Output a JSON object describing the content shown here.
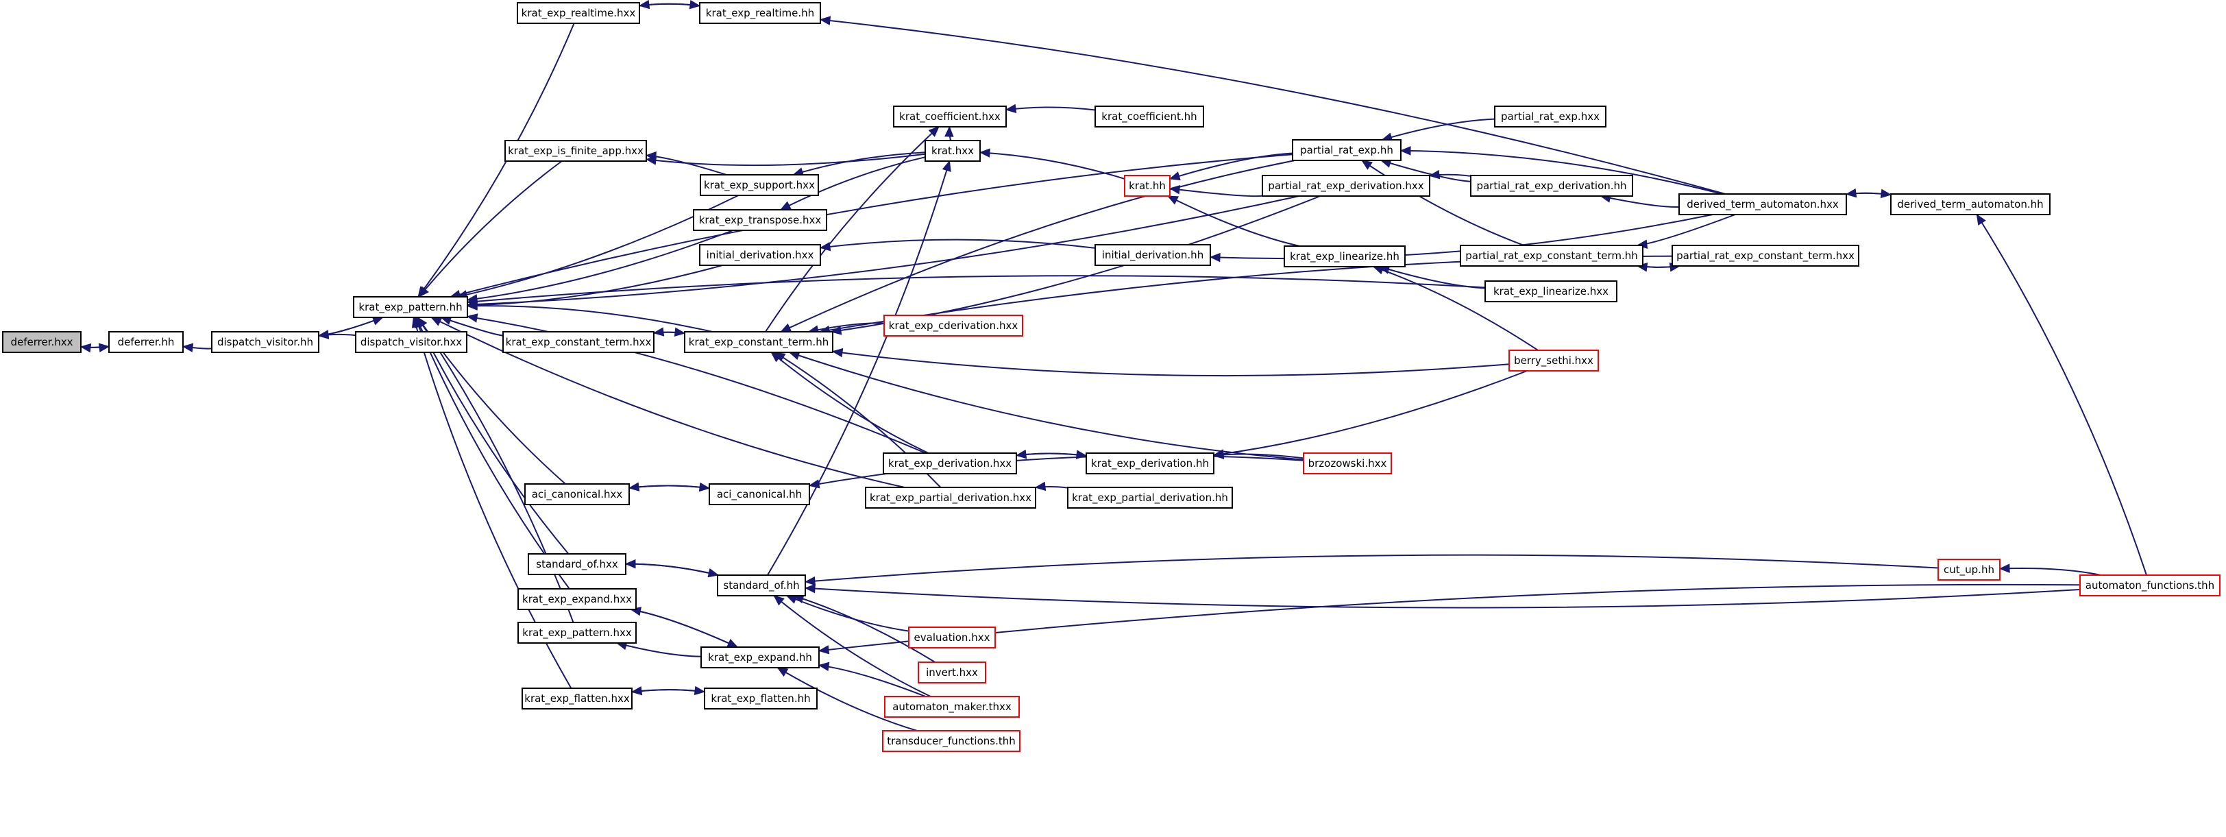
{
  "colors": {
    "edge": "#191970",
    "normal_border": "#000000",
    "red_border": "#ff0000",
    "root_fill": "#bfbfbf"
  },
  "nodes": [
    {
      "id": "deferrer_hxx",
      "label": "deferrer.hxx",
      "style": "root"
    },
    {
      "id": "deferrer_hh",
      "label": "deferrer.hh",
      "style": "normal"
    },
    {
      "id": "dispatch_visitor_hh",
      "label": "dispatch_visitor.hh",
      "style": "normal"
    },
    {
      "id": "dispatch_visitor_hxx",
      "label": "dispatch_visitor.hxx",
      "style": "normal"
    },
    {
      "id": "krat_exp_pattern_hh",
      "label": "krat_exp_pattern.hh",
      "style": "normal"
    },
    {
      "id": "krat_exp_realtime_hxx",
      "label": "krat_exp_realtime.hxx",
      "style": "normal"
    },
    {
      "id": "krat_exp_realtime_hh",
      "label": "krat_exp_realtime.hh",
      "style": "normal"
    },
    {
      "id": "krat_coefficient_hxx",
      "label": "krat_coefficient.hxx",
      "style": "normal"
    },
    {
      "id": "krat_coefficient_hh",
      "label": "krat_coefficient.hh",
      "style": "normal"
    },
    {
      "id": "krat_exp_is_finite_app_hxx",
      "label": "krat_exp_is_finite_app.hxx",
      "style": "normal"
    },
    {
      "id": "krat_hxx",
      "label": "krat.hxx",
      "style": "normal"
    },
    {
      "id": "krat_exp_support_hxx",
      "label": "krat_exp_support.hxx",
      "style": "normal"
    },
    {
      "id": "krat_exp_transpose_hxx",
      "label": "krat_exp_transpose.hxx",
      "style": "normal"
    },
    {
      "id": "initial_derivation_hxx",
      "label": "initial_derivation.hxx",
      "style": "normal"
    },
    {
      "id": "initial_derivation_hh",
      "label": "initial_derivation.hh",
      "style": "normal"
    },
    {
      "id": "krat_hh",
      "label": "krat.hh",
      "style": "red"
    },
    {
      "id": "partial_rat_exp_hh",
      "label": "partial_rat_exp.hh",
      "style": "normal"
    },
    {
      "id": "partial_rat_exp_hxx",
      "label": "partial_rat_exp.hxx",
      "style": "normal"
    },
    {
      "id": "partial_rat_exp_derivation_hxx",
      "label": "partial_rat_exp_derivation.hxx",
      "style": "normal"
    },
    {
      "id": "partial_rat_exp_derivation_hh",
      "label": "partial_rat_exp_derivation.hh",
      "style": "normal"
    },
    {
      "id": "derived_term_automaton_hxx",
      "label": "derived_term_automaton.hxx",
      "style": "normal"
    },
    {
      "id": "derived_term_automaton_hh",
      "label": "derived_term_automaton.hh",
      "style": "normal"
    },
    {
      "id": "krat_exp_linearize_hh",
      "label": "krat_exp_linearize.hh",
      "style": "normal"
    },
    {
      "id": "partial_rat_exp_constant_term_hh",
      "label": "partial_rat_exp_constant_term.hh",
      "style": "normal"
    },
    {
      "id": "partial_rat_exp_constant_term_hxx",
      "label": "partial_rat_exp_constant_term.hxx",
      "style": "normal"
    },
    {
      "id": "krat_exp_linearize_hxx",
      "label": "krat_exp_linearize.hxx",
      "style": "normal"
    },
    {
      "id": "krat_exp_constant_term_hxx",
      "label": "krat_exp_constant_term.hxx",
      "style": "normal"
    },
    {
      "id": "krat_exp_constant_term_hh",
      "label": "krat_exp_constant_term.hh",
      "style": "normal"
    },
    {
      "id": "krat_exp_cderivation_hxx",
      "label": "krat_exp_cderivation.hxx",
      "style": "red"
    },
    {
      "id": "berry_sethi_hxx",
      "label": "berry_sethi.hxx",
      "style": "red"
    },
    {
      "id": "krat_exp_derivation_hxx",
      "label": "krat_exp_derivation.hxx",
      "style": "normal"
    },
    {
      "id": "krat_exp_derivation_hh",
      "label": "krat_exp_derivation.hh",
      "style": "normal"
    },
    {
      "id": "brzozowski_hxx",
      "label": "brzozowski.hxx",
      "style": "red"
    },
    {
      "id": "aci_canonical_hxx",
      "label": "aci_canonical.hxx",
      "style": "normal"
    },
    {
      "id": "aci_canonical_hh",
      "label": "aci_canonical.hh",
      "style": "normal"
    },
    {
      "id": "krat_exp_partial_derivation_hxx",
      "label": "krat_exp_partial_derivation.hxx",
      "style": "normal"
    },
    {
      "id": "krat_exp_partial_derivation_hh",
      "label": "krat_exp_partial_derivation.hh",
      "style": "normal"
    },
    {
      "id": "standard_of_hxx",
      "label": "standard_of.hxx",
      "style": "normal"
    },
    {
      "id": "standard_of_hh",
      "label": "standard_of.hh",
      "style": "normal"
    },
    {
      "id": "cut_up_hh",
      "label": "cut_up.hh",
      "style": "red"
    },
    {
      "id": "automaton_functions_thh",
      "label": "automaton_functions.thh",
      "style": "red"
    },
    {
      "id": "krat_exp_expand_hxx",
      "label": "krat_exp_expand.hxx",
      "style": "normal"
    },
    {
      "id": "krat_exp_pattern_hxx",
      "label": "krat_exp_pattern.hxx",
      "style": "normal"
    },
    {
      "id": "krat_exp_expand_hh",
      "label": "krat_exp_expand.hh",
      "style": "normal"
    },
    {
      "id": "evaluation_hxx",
      "label": "evaluation.hxx",
      "style": "red"
    },
    {
      "id": "invert_hxx",
      "label": "invert.hxx",
      "style": "red"
    },
    {
      "id": "krat_exp_flatten_hxx",
      "label": "krat_exp_flatten.hxx",
      "style": "normal"
    },
    {
      "id": "krat_exp_flatten_hh",
      "label": "krat_exp_flatten.hh",
      "style": "normal"
    },
    {
      "id": "automaton_maker_thxx",
      "label": "automaton_maker.thxx",
      "style": "red"
    },
    {
      "id": "transducer_functions_thh",
      "label": "transducer_functions.thh",
      "style": "red"
    }
  ]
}
